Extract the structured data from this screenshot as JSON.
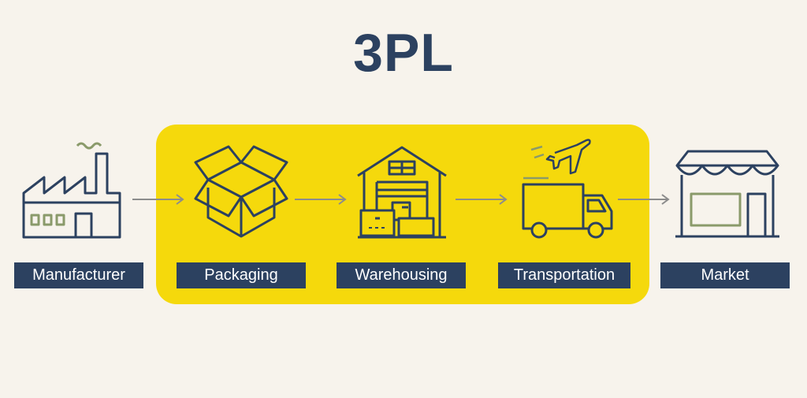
{
  "title": "3PL",
  "colors": {
    "background": "#f7f3ec",
    "highlight": "#f5d90c",
    "navy": "#2c4160",
    "green": "#8a9a6a"
  },
  "steps": [
    {
      "icon": "factory-icon",
      "label": "Manufacturer"
    },
    {
      "icon": "box-icon",
      "label": "Packaging"
    },
    {
      "icon": "warehouse-icon",
      "label": "Warehousing"
    },
    {
      "icon": "truck-plane-icon",
      "label": "Transportation"
    },
    {
      "icon": "store-icon",
      "label": "Market"
    }
  ]
}
